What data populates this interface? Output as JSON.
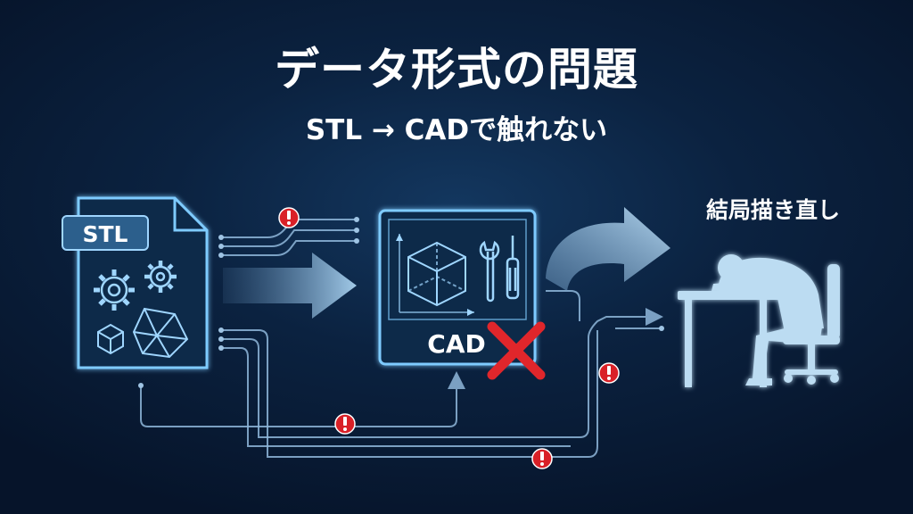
{
  "title": "データ形式の問題",
  "subtitle": "STL → CADで触れない",
  "stl_card": {
    "label": "STL"
  },
  "cad_panel": {
    "label": "CAD"
  },
  "result": {
    "label": "結局描き直し"
  },
  "colors": {
    "accent": "#7ecbff",
    "error": "#e0262b",
    "line": "#8fb7da",
    "figure": "#bcdcf2"
  },
  "icons": [
    "document-icon",
    "gear-icon",
    "cube-icon",
    "wrench-icon",
    "screwdriver-icon",
    "error-icon",
    "cross-icon",
    "curved-arrow-icon",
    "person-at-desk-icon"
  ]
}
